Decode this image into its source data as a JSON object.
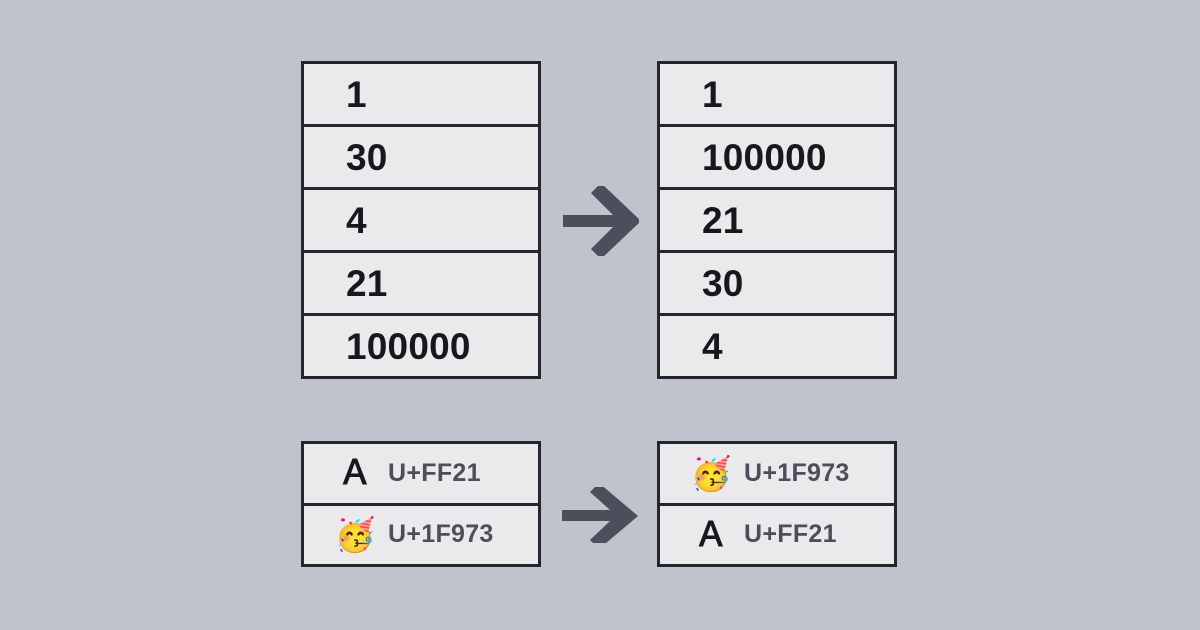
{
  "background_color": "#bfc3cc",
  "cell_color": "#eaeaec",
  "border_color": "#24262b",
  "number_text_color": "#17181c",
  "label_text_color": "#4b4f5b",
  "arrow_color": "#4b4f5b",
  "diagram": {
    "title": "",
    "top": {
      "arrow_icon": "arrow-right-icon",
      "input_table": {
        "name": "unsorted-number-list",
        "rows": [
          {
            "value": "1"
          },
          {
            "value": "30"
          },
          {
            "value": "4"
          },
          {
            "value": "21"
          },
          {
            "value": "100000"
          }
        ]
      },
      "output_table": {
        "name": "sorted-number-list",
        "rows": [
          {
            "value": "1"
          },
          {
            "value": "100000"
          },
          {
            "value": "21"
          },
          {
            "value": "30"
          },
          {
            "value": "4"
          }
        ]
      }
    },
    "bottom": {
      "arrow_icon": "arrow-right-icon",
      "input_table": {
        "name": "unsorted-codepoint-list",
        "rows": [
          {
            "glyph": "Ａ",
            "glyph_name": "fullwidth-latin-capital-a",
            "is_emoji": false,
            "codepoint": "U+FF21"
          },
          {
            "glyph": "🥳",
            "glyph_name": "partying-face-emoji",
            "is_emoji": true,
            "codepoint": "U+1F973"
          }
        ]
      },
      "output_table": {
        "name": "sorted-codepoint-list",
        "rows": [
          {
            "glyph": "🥳",
            "glyph_name": "partying-face-emoji",
            "is_emoji": true,
            "codepoint": "U+1F973"
          },
          {
            "glyph": "Ａ",
            "glyph_name": "fullwidth-latin-capital-a",
            "is_emoji": false,
            "codepoint": "U+FF21"
          }
        ]
      }
    }
  }
}
